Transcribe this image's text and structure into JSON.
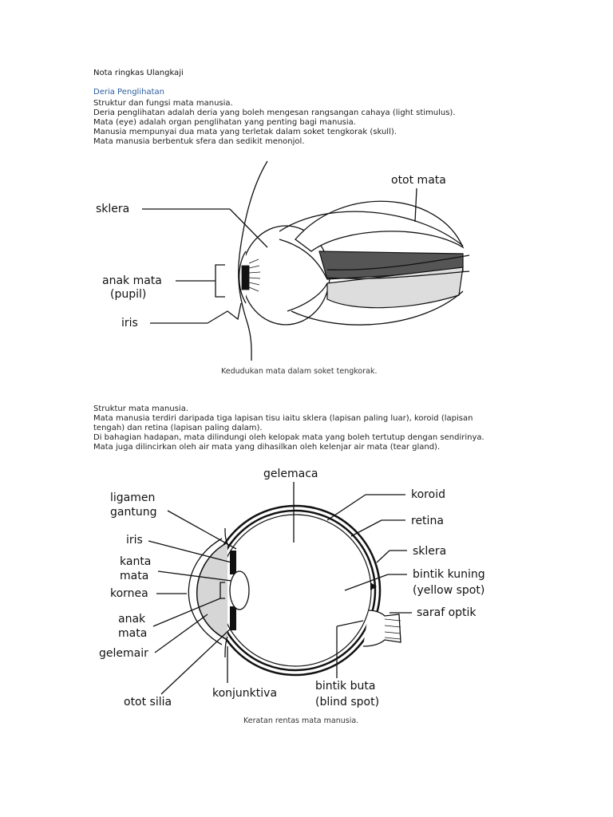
{
  "document": {
    "title": "Nota ringkas Ulangkaji",
    "subtitle": "Deria Penglihatan",
    "intro_lines": [
      "Struktur dan fungsi mata manusia.",
      "Deria penglihatan adalah deria yang boleh mengesan rangsangan cahaya (light stimulus).",
      "Mata (eye) adalah organ penglihatan yang penting bagi manusia.",
      "Manusia mempunyai dua mata yang terletak dalam soket tengkorak (skull).",
      "Mata manusia berbentuk sfera dan sedikit menonjol."
    ],
    "structure_lines": [
      "Struktur mata manusia.",
      "Mata manusia terdiri daripada tiga lapisan tisu iaitu sklera (lapisan paling luar), koroid (lapisan",
      "tengah) dan retina (lapisan paling dalam).",
      "Di bahagian hadapan, mata dilindungi oleh kelopak mata yang boleh tertutup dengan sendirinya.",
      "Mata juga dilincirkan oleh air mata yang dihasilkan oleh kelenjar air mata (tear gland)."
    ]
  },
  "figure1": {
    "caption": "Kedudukan mata dalam soket tengkorak.",
    "labels": {
      "otot_mata": "otot mata",
      "sklera": "sklera",
      "anak_mata": "anak mata",
      "pupil": "(pupil)",
      "iris": "iris"
    }
  },
  "figure2": {
    "caption": "Keratan rentas mata manusia.",
    "labels": {
      "gelemaca": "gelemaca",
      "koroid": "koroid",
      "retina": "retina",
      "sklera": "sklera",
      "bintik_kuning": "bintik kuning",
      "yellow_spot": "(yellow spot)",
      "saraf_optik": "saraf optik",
      "bintik_buta": "bintik buta",
      "blind_spot": "(blind spot)",
      "ligamen": "ligamen",
      "gantung": "gantung",
      "iris": "iris",
      "kanta": "kanta",
      "mata_kanta": "mata",
      "kornea": "kornea",
      "anak": "anak",
      "mata_anak": "mata",
      "gelemair": "gelemair",
      "otot_silia": "otot silia",
      "konjunktiva": "konjunktiva"
    }
  }
}
